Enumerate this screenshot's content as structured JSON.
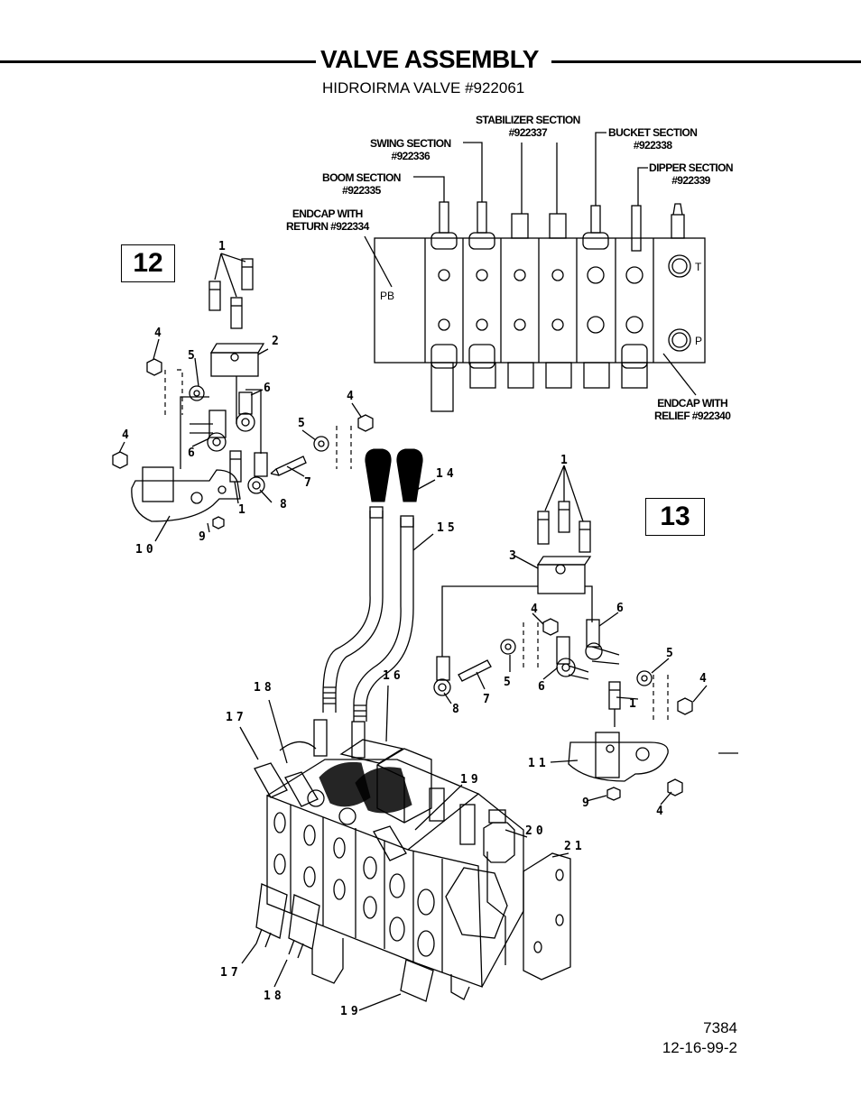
{
  "header": {
    "title": "VALVE ASSEMBLY",
    "subtitle": "HIDROIRMA VALVE #922061"
  },
  "sections": {
    "stabilizer": [
      "STABILIZER SECTION",
      "#922337"
    ],
    "swing": [
      "SWING SECTION",
      "#922336"
    ],
    "bucket": [
      "BUCKET SECTION",
      "#922338"
    ],
    "boom": [
      "BOOM SECTION",
      "#922335"
    ],
    "dipper": [
      "DIPPER SECTION",
      "#922339"
    ],
    "endcap_return": [
      "ENDCAP WITH",
      "RETURN #922334"
    ],
    "endcap_relief": [
      "ENDCAP WITH",
      "RELIEF #922340"
    ]
  },
  "ports": {
    "pb": "PB",
    "t": "T",
    "p": "P"
  },
  "figures": {
    "fig12": "12",
    "fig13": "13"
  },
  "part_numbers": {
    "n1": "1",
    "n2": "2",
    "n3": "3",
    "n4": "4",
    "n5": "5",
    "n6": "6",
    "n7": "7",
    "n8": "8",
    "n9": "9",
    "n10": "10",
    "n11": "11",
    "n14": "14",
    "n15": "15",
    "n16": "16",
    "n17": "17",
    "n18": "18",
    "n19": "19",
    "n20": "20",
    "n21": "21"
  },
  "footer": {
    "drawing_no": "7384",
    "date_code": "12-16-99-2"
  }
}
